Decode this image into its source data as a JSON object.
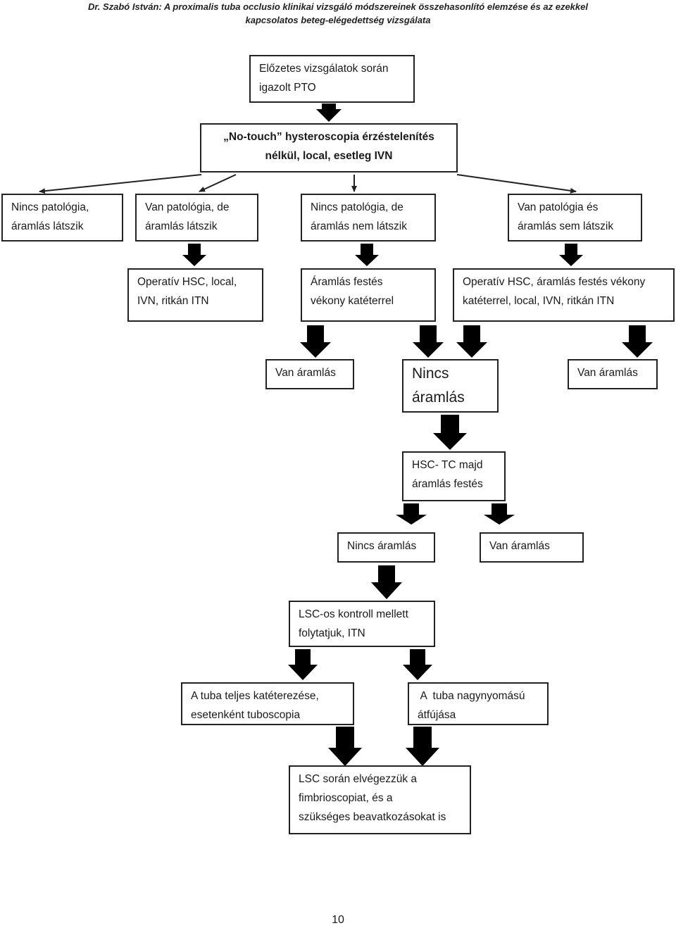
{
  "header": {
    "line1": "Dr. Szabó István: A proximalis tuba occlusio klinikai vizsgáló módszereinek összehasonlító elemzése és az ezekkel",
    "line2": "kapcsolatos beteg-elégedettség vizsgálata"
  },
  "nodes": {
    "prior_pto": [
      "Előzetes vizsgálatok során",
      "igazolt PTO"
    ],
    "no_touch": [
      "„No-touch” hysteroscopia érzéstelenítés",
      "nélkül, local, esetleg IVN"
    ],
    "no_path_flow_seen": [
      "Nincs patológia,",
      "áramlás látszik"
    ],
    "path_flow_seen": [
      "Van patológia, de",
      "áramlás látszik"
    ],
    "no_path_no_flow": [
      "Nincs patológia, de",
      "áramlás nem látszik"
    ],
    "path_no_flow": [
      "Van patológia és",
      "áramlás sem látszik"
    ],
    "operative_hsc": [
      "Operatív HSC, local,",
      "IVN, ritkán ITN"
    ],
    "flow_staining": [
      "Áramlás festés",
      "vékony katéterrel"
    ],
    "operative_hsc_staining": [
      "Operatív HSC, áramlás festés vékony",
      "katéterrel, local, IVN, ritkán ITN"
    ],
    "flow_yes_left": [
      "Van áramlás"
    ],
    "flow_no_mid": [
      "Nincs",
      "áramlás"
    ],
    "flow_yes_right": [
      "Van áramlás"
    ],
    "hsc_tc": [
      "HSC- TC majd",
      "áramlás festés"
    ],
    "flow_no_2": [
      "Nincs áramlás"
    ],
    "flow_yes_2": [
      "Van áramlás"
    ],
    "lsc_control": [
      "LSC-os kontroll mellett",
      "folytatjuk, ITN"
    ],
    "tuba_catheter": [
      "A tuba teljes katéterezése,",
      "esetenként tuboscopia"
    ],
    "tuba_flush": [
      " A  tuba nagynyomású",
      "átfújása"
    ],
    "lsc_fimbrio": [
      "LSC során elvégezzük a",
      "fimbrioscopiat, és a",
      "szükséges beavatkozásokat is"
    ]
  },
  "page_number": "10",
  "colors": {
    "border": "#222222",
    "arrow": "#000000",
    "text": "#1a1a1a"
  }
}
